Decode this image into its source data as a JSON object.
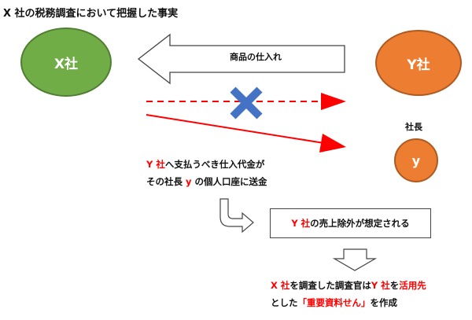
{
  "title": "X 社の税務調査において把握した事実",
  "nodes": {
    "x_company": "X社",
    "y_company": "Y社",
    "president_label": "社長",
    "president_name": "y"
  },
  "flows": {
    "goods_purchase": "商品の仕入れ"
  },
  "remittance_note": {
    "line1_prefix": "Y 社",
    "line1_rest": "へ支払うべき仕入代金が",
    "line2_start": "その社長 ",
    "line2_name": "y",
    "line2_rest": " の個人口座に送金"
  },
  "expectation": {
    "prefix": "Y 社",
    "rest": "の売上除外が想定される"
  },
  "conclusion": {
    "line1_a": "X 社",
    "line1_b": "を調査した調査官は",
    "line1_c": "Y 社",
    "line1_d": "を",
    "line1_e": "活用先",
    "line2_a": "とした",
    "line2_b": "「重要資料せん」",
    "line2_c": "を作成"
  },
  "colors": {
    "accent_red": "#ff0000",
    "x_green": "#70ad47",
    "y_orange": "#ed7d31",
    "cross_blue": "#4472c4"
  }
}
